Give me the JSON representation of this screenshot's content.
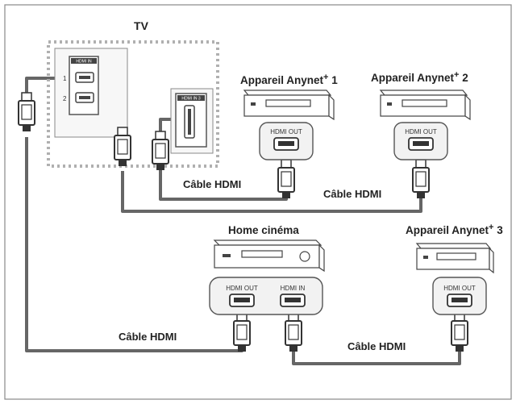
{
  "diagram": {
    "tv_label": "TV",
    "tv_port_labels": {
      "hdmi_in_1": "HDMI IN",
      "hdmi_in_3": "HDMI IN 3"
    },
    "tv_side_numbers": [
      "1",
      "2"
    ],
    "devices": {
      "anynet1": {
        "label": "Appareil Anynet",
        "sup": "+",
        "num": " 1",
        "port": "HDMI OUT"
      },
      "anynet2": {
        "label": "Appareil Anynet",
        "sup": "+",
        "num": " 2",
        "port": "HDMI OUT"
      },
      "anynet3": {
        "label": "Appareil Anynet",
        "sup": "+",
        "num": " 3",
        "port": "HDMI OUT"
      },
      "home_cinema": {
        "label": "Home cinéma",
        "port_out": "HDMI OUT",
        "port_in": "HDMI IN"
      }
    },
    "cables": {
      "cable1": "Câble HDMI",
      "cable2": "Câble HDMI",
      "cable3": "Câble HDMI",
      "cable4": "Câble HDMI"
    },
    "colors": {
      "cable": "#666666",
      "frame": "#888888",
      "dots": "#b0b0b0",
      "plug": "#333333",
      "device_fill": "#f2f2f2"
    }
  }
}
